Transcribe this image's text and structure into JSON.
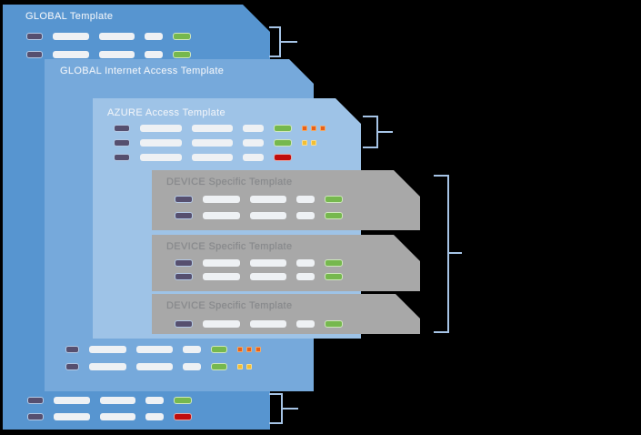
{
  "palette": {
    "background": "#000000",
    "global_fill": "#5795d0",
    "internet_fill": "#76a9db",
    "azure_fill": "#9ec3e7",
    "device_fill": "#a8a8a8",
    "box_text": "#eef3f9",
    "device_text": "#87898c",
    "bracket": "#a6c4e6",
    "purple": "#564f6f",
    "purple_border": "#b4c8e4",
    "white_bar": "#eef1f4",
    "green": "#76b84e",
    "green_border": "#cfe7bd",
    "red": "#c00d0d",
    "red_border": "#e4a9a9",
    "orange": "#e8611a",
    "orange_border": "#f2a968",
    "yellow": "#f3bf33",
    "yellow_border": "#f8dc8e"
  },
  "boxes": {
    "global": {
      "title": "GLOBAL Template"
    },
    "internet": {
      "title": "GLOBAL Internet Access Template"
    },
    "azure": {
      "title": "AZURE Access Template"
    },
    "device1": {
      "title": "DEVICE Specific Template"
    },
    "device2": {
      "title": "DEVICE Specific Template"
    },
    "device3": {
      "title": "DEVICE Specific Template"
    }
  },
  "rows": {
    "global_top": [
      [
        {
          "type": "purple",
          "w": 18
        },
        {
          "type": "white",
          "w": 40
        },
        {
          "type": "white",
          "w": 39
        },
        {
          "type": "white",
          "w": 20
        },
        {
          "type": "green",
          "w": 20
        }
      ],
      [
        {
          "type": "purple",
          "w": 18
        },
        {
          "type": "white",
          "w": 40
        },
        {
          "type": "white",
          "w": 39
        },
        {
          "type": "white",
          "w": 20
        },
        {
          "type": "green",
          "w": 20
        }
      ]
    ],
    "azure": [
      [
        {
          "type": "purple",
          "w": 18
        },
        {
          "type": "white",
          "w": 46
        },
        {
          "type": "white",
          "w": 45
        },
        {
          "type": "white",
          "w": 23
        },
        {
          "type": "green",
          "w": 20
        },
        {
          "type": "dots",
          "color": "orange",
          "count": 3
        }
      ],
      [
        {
          "type": "purple",
          "w": 18
        },
        {
          "type": "white",
          "w": 46
        },
        {
          "type": "white",
          "w": 45
        },
        {
          "type": "white",
          "w": 23
        },
        {
          "type": "green",
          "w": 20
        },
        {
          "type": "dots",
          "color": "yellow",
          "count": 2
        }
      ],
      [
        {
          "type": "purple",
          "w": 18
        },
        {
          "type": "white",
          "w": 46
        },
        {
          "type": "white",
          "w": 45
        },
        {
          "type": "white",
          "w": 23
        },
        {
          "type": "red",
          "w": 20
        }
      ]
    ],
    "device1": [
      [
        {
          "type": "purple",
          "w": 20
        },
        {
          "type": "white",
          "w": 41
        },
        {
          "type": "white",
          "w": 40
        },
        {
          "type": "white",
          "w": 20
        },
        {
          "type": "green",
          "w": 20
        }
      ],
      [
        {
          "type": "purple",
          "w": 20
        },
        {
          "type": "white",
          "w": 41
        },
        {
          "type": "white",
          "w": 40
        },
        {
          "type": "white",
          "w": 20
        },
        {
          "type": "green",
          "w": 20
        }
      ]
    ],
    "device2": [
      [
        {
          "type": "purple",
          "w": 20
        },
        {
          "type": "white",
          "w": 41
        },
        {
          "type": "white",
          "w": 40
        },
        {
          "type": "white",
          "w": 20
        },
        {
          "type": "green",
          "w": 20
        }
      ],
      [
        {
          "type": "purple",
          "w": 20
        },
        {
          "type": "white",
          "w": 41
        },
        {
          "type": "white",
          "w": 40
        },
        {
          "type": "white",
          "w": 20
        },
        {
          "type": "green",
          "w": 20
        }
      ]
    ],
    "device3": [
      [
        {
          "type": "purple",
          "w": 20
        },
        {
          "type": "white",
          "w": 41
        },
        {
          "type": "white",
          "w": 40
        },
        {
          "type": "white",
          "w": 20
        },
        {
          "type": "green",
          "w": 20
        }
      ]
    ],
    "internet_bottom": [
      [
        {
          "type": "purple",
          "w": 15
        },
        {
          "type": "white",
          "w": 41
        },
        {
          "type": "white",
          "w": 40
        },
        {
          "type": "white",
          "w": 20
        },
        {
          "type": "green",
          "w": 18
        },
        {
          "type": "dots",
          "color": "orange",
          "count": 3
        }
      ],
      [
        {
          "type": "purple",
          "w": 15
        },
        {
          "type": "white",
          "w": 41
        },
        {
          "type": "white",
          "w": 40
        },
        {
          "type": "white",
          "w": 20
        },
        {
          "type": "green",
          "w": 18
        },
        {
          "type": "dots",
          "color": "yellow",
          "count": 2
        }
      ]
    ],
    "global_bottom": [
      [
        {
          "type": "purple",
          "w": 18
        },
        {
          "type": "white",
          "w": 40
        },
        {
          "type": "white",
          "w": 39
        },
        {
          "type": "white",
          "w": 20
        },
        {
          "type": "green",
          "w": 20
        }
      ],
      [
        {
          "type": "purple",
          "w": 18
        },
        {
          "type": "white",
          "w": 40
        },
        {
          "type": "white",
          "w": 39
        },
        {
          "type": "white",
          "w": 20
        },
        {
          "type": "red",
          "w": 20
        }
      ]
    ]
  }
}
